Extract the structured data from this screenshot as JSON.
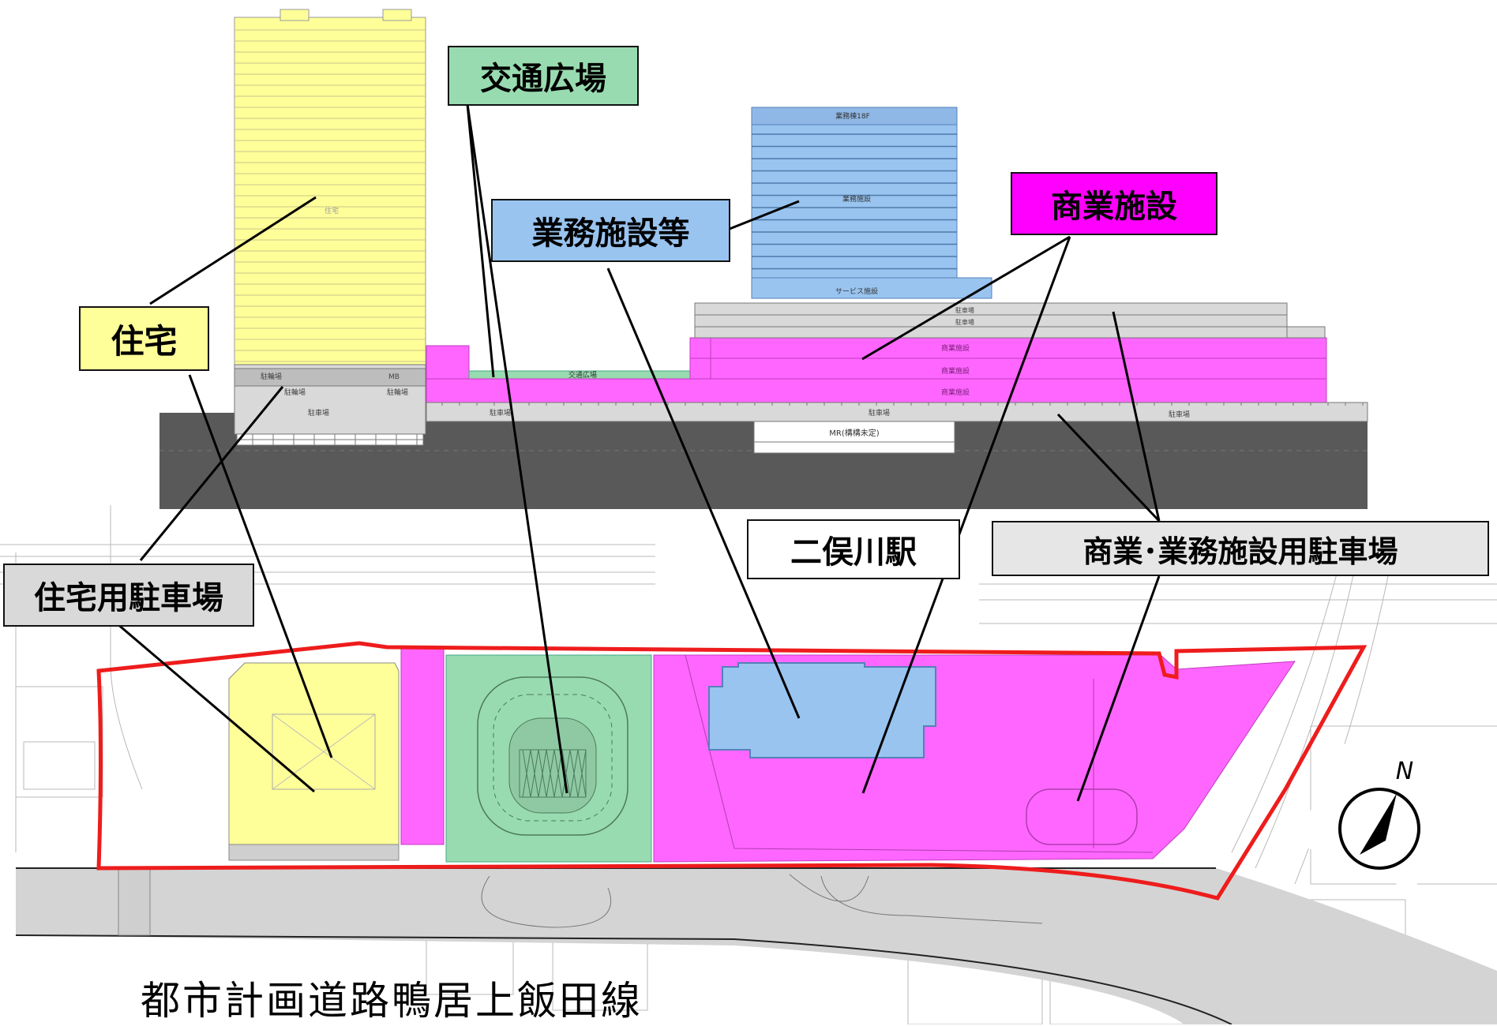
{
  "labels": {
    "residence": "住宅",
    "traffic_plaza": "交通広場",
    "office": "業務施設等",
    "commercial": "商業施設",
    "residence_parking": "住宅用駐車場",
    "station": "二俣川駅",
    "commercial_office_parking": "商業･業務施設用駐車場"
  },
  "road_name": "都市計画道路鴨居上飯田線",
  "compass": {
    "north": "N"
  },
  "section_text": {
    "bicycle_parking": "駐輪場",
    "parking": "駐車場",
    "plaza": "交通広場",
    "commercial": "商業施設",
    "office_18f": "業務棟18F",
    "office": "業務施設",
    "service": "サービス施設",
    "mr": "MR(構構未定)",
    "mb": "MB",
    "residence": "住宅"
  },
  "colors": {
    "residence": "#ffff99",
    "traffic_plaza": "#99dbb0",
    "office": "#99c4f0",
    "commercial": "#ff66ff",
    "parking": "#d9d9d9",
    "site_boundary": "#ee1c1c",
    "ground": "#595959"
  }
}
